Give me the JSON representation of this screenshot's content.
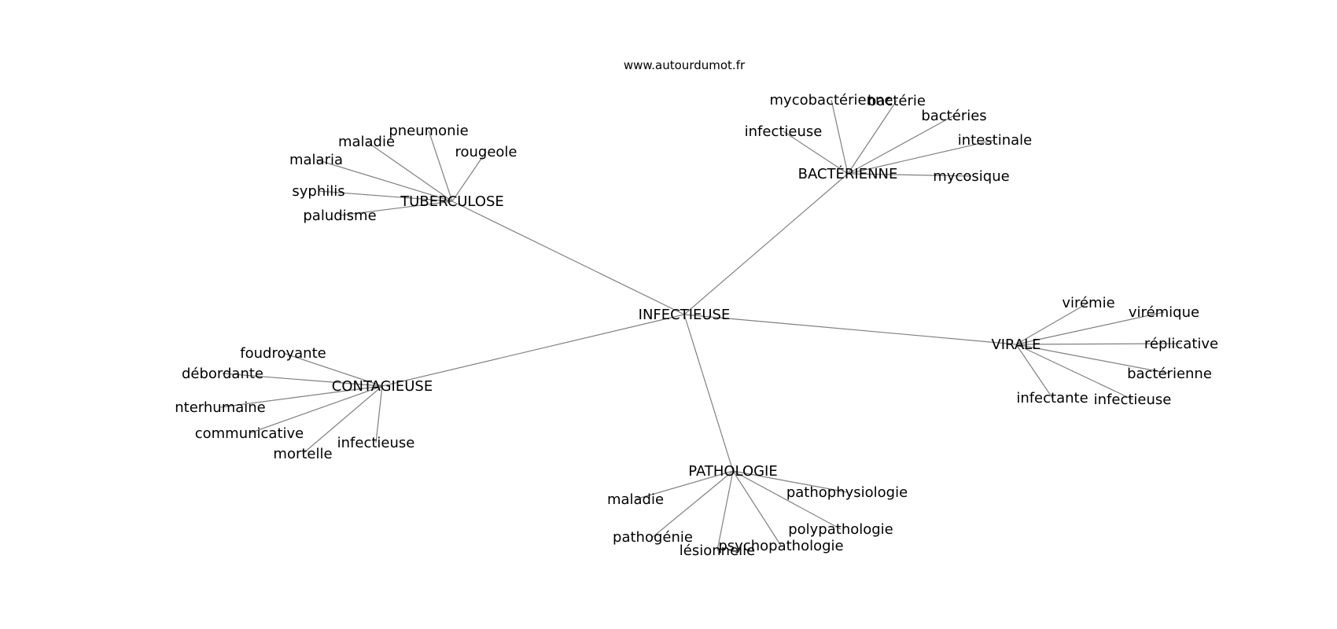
{
  "source_text": "www.autourdumot.fr",
  "edge_color": "#808080",
  "center": {
    "label": "INFECTIEUSE"
  },
  "clusters": [
    {
      "label": "TUBERCULOSE",
      "leaves": [
        "pneumonie",
        "maladie",
        "rougeole",
        "malaria",
        "syphilis",
        "paludisme"
      ]
    },
    {
      "label": "BACTÉRIENNE",
      "leaves": [
        "mycobactérienne",
        "bactérie",
        "bactéries",
        "infectieuse",
        "intestinale",
        "mycosique"
      ]
    },
    {
      "label": "VIRALE",
      "leaves": [
        "virémie",
        "virémique",
        "réplicative",
        "bactérienne",
        "infectante",
        "infectieuse"
      ]
    },
    {
      "label": "CONTAGIEUSE",
      "leaves": [
        "foudroyante",
        "débordante",
        "nterhumaine",
        "communicative",
        "mortelle",
        "infectieuse"
      ]
    },
    {
      "label": "PATHOLOGIE",
      "leaves": [
        "maladie",
        "pathophysiologie",
        "polypathologie",
        "pathogénie",
        "lésionnelle",
        "psychopathologie"
      ]
    }
  ]
}
